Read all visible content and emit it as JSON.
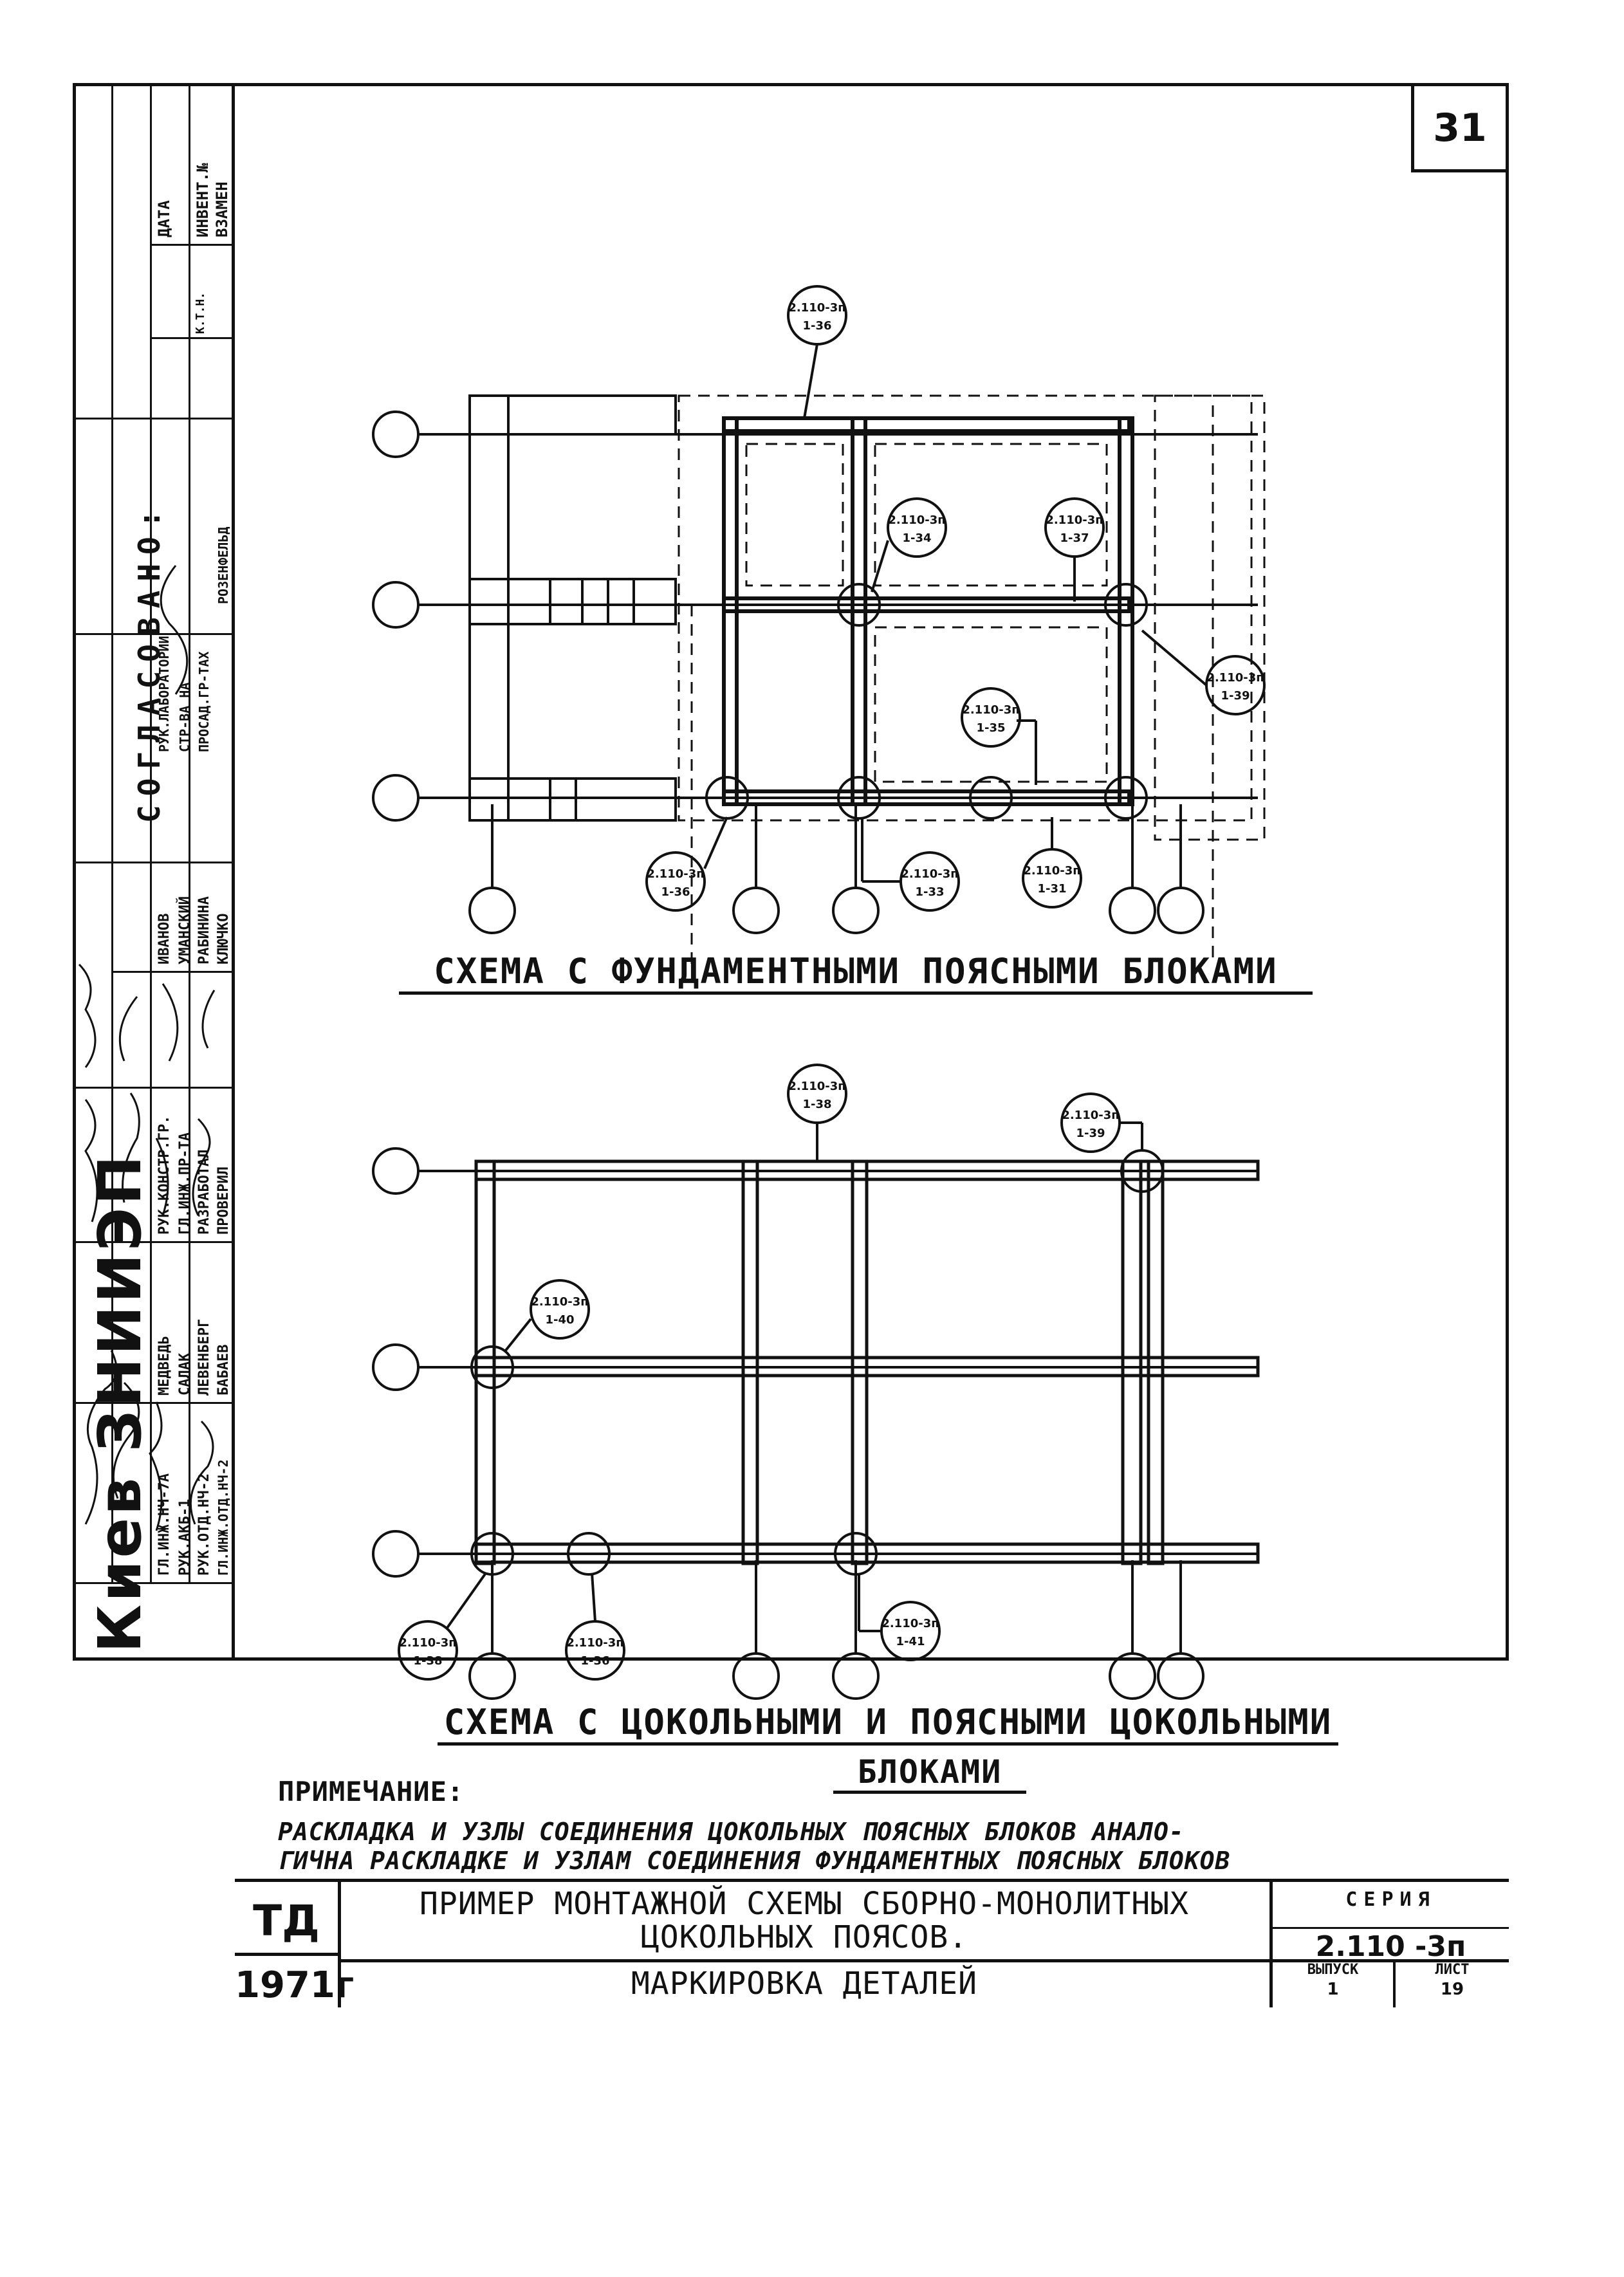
{
  "sheet": {
    "number": "31"
  },
  "drawings": {
    "top": {
      "title": "СХЕМА С ФУНДАМЕНТНЫМИ ПОЯСНЫМИ БЛОКАМИ",
      "callouts": [
        {
          "series": "2.110-3п",
          "node": "1-36"
        },
        {
          "series": "2.110-3п",
          "node": "1-34"
        },
        {
          "series": "2.110-3п",
          "node": "1-37"
        },
        {
          "series": "2.110-3п",
          "node": "1-39"
        },
        {
          "series": "2.110-3п",
          "node": "1-35"
        },
        {
          "series": "2.110-3п",
          "node": "1-36"
        },
        {
          "series": "2.110-3п",
          "node": "1-33"
        },
        {
          "series": "2.110-3п",
          "node": "1-31"
        }
      ]
    },
    "bottom": {
      "title_line1": "СХЕМА С ЦОКОЛЬНЫМИ И ПОЯСНЫМИ ЦОКОЛЬНЫМИ",
      "title_line2": "БЛОКАМИ",
      "callouts": [
        {
          "series": "2.110-3п",
          "node": "1-38"
        },
        {
          "series": "2.110-3п",
          "node": "1-39"
        },
        {
          "series": "2.110-3п",
          "node": "1-40"
        },
        {
          "series": "2.110-3п",
          "node": "1-38"
        },
        {
          "series": "2.110-3п",
          "node": "1-36"
        },
        {
          "series": "2.110-3п",
          "node": "1-41"
        }
      ]
    }
  },
  "note": {
    "label": "ПРИМЕЧАНИЕ:",
    "line1": "РАСКЛАДКА И УЗЛЫ СОЕДИНЕНИЯ ЦОКОЛЬНЫХ ПОЯСНЫХ БЛОКОВ АНАЛО-",
    "line2": "ГИЧНА РАСКЛАДКЕ И УЗЛАМ СОЕДИНЕНИЯ ФУНДАМЕНТНЫХ ПОЯСНЫХ БЛОКОВ"
  },
  "title_block": {
    "org_code": "ТД",
    "year": "1971г",
    "title_line1": "ПРИМЕР МОНТАЖНОЙ СХЕМЫ СБОРНО-МОНОЛИТНЫХ",
    "title_line2": "ЦОКОЛЬНЫХ ПОЯСОВ.",
    "subtitle": "МАРКИРОВКА ДЕТАЛЕЙ",
    "series_label": "СЕРИЯ",
    "series_value": "2.110 -3п",
    "issue_label": "ВЫПУСК",
    "issue_value": "1",
    "sheet_label": "ЛИСТ",
    "sheet_value": "19"
  },
  "sidebar": {
    "institute": "Киев ЗНИИЭП",
    "approval_header": "СОГЛАСОВАНО:",
    "rows": [
      [
        "ГЛ.ИНЖ.НЧ-7А",
        "МЕДВЕДЬ",
        "РУК.КОНСТР.ГР.",
        "ИВАНОВ",
        "РУК.ЛАБОРАТОРИИ"
      ],
      [
        "РУК.АКБ-1",
        "САЛАК",
        "ГЛ.ИНЖ.ПР-ТА",
        "УМАНСКИЙ",
        "СТР-ВА НА"
      ],
      [
        "РУК.ОТД.НЧ-2",
        "ЛЕВЕНБЕРГ",
        "РАЗРАБОТАЛ",
        "РАБИНИНА",
        "ПРОСАД.ГР-ТАХ"
      ],
      [
        "ГЛ.ИНЖ.ОТД.НЧ-2",
        "БАБАЕВ",
        "ПРОВЕРИЛ",
        "КЛЮЧКО",
        "РОЗЕНФЕЛЬД"
      ]
    ],
    "right_labels": [
      "ДАТА",
      "ИНВЕНТ.№",
      "ВЗАМЕН",
      "К.Т.Н."
    ]
  }
}
